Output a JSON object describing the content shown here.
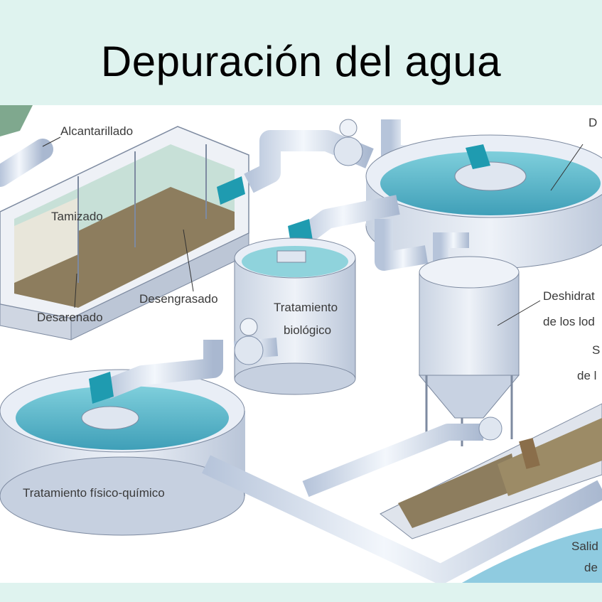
{
  "title": "Depuración del agua",
  "labels": {
    "alcantarillado": "Alcantarillado",
    "tamizado": "Tamizado",
    "desarenado": "Desarenado",
    "desengrasado": "Desengrasado",
    "tratamiento_biologico_1": "Tratamiento",
    "tratamiento_biologico_2": "biológico",
    "decantador": "D",
    "deshidratacion_1": "Deshidrat",
    "deshidratacion_2": "de los lod",
    "secado_1": "S",
    "secado_2": "de l",
    "fisico_quimico": "Tratamiento físico-químico",
    "salida_1": "Salid",
    "salida_2": "de"
  },
  "colors": {
    "background": "#dff3ef",
    "pipe": "#e3ebf5",
    "pipe_shade": "#aebcd3",
    "water": "#5fb8c9",
    "sludge": "#8a7a5c",
    "flow_arrow": "#1f9bb0"
  }
}
